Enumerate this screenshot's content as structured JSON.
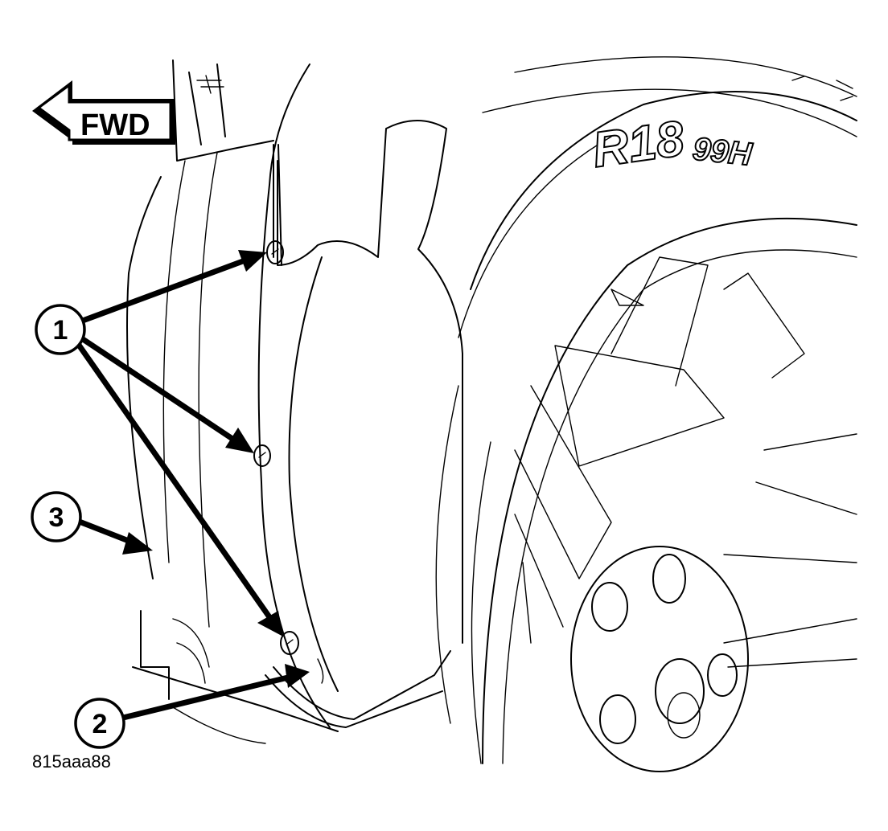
{
  "direction_label": "FWD",
  "tire_markings": {
    "size": "R18",
    "load_speed": "99H"
  },
  "callouts": [
    {
      "id": "callout-1",
      "label": "1"
    },
    {
      "id": "callout-2",
      "label": "2"
    },
    {
      "id": "callout-3",
      "label": "3"
    }
  ],
  "figure_id": "815aaa88"
}
